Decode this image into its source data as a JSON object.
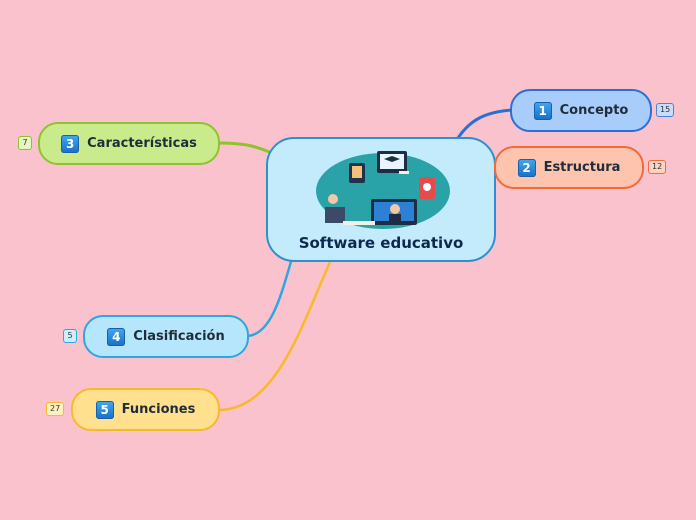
{
  "central": {
    "title": "Software educativo",
    "image_icon": "education-technology-illustration"
  },
  "nodes": [
    {
      "id": "concepto",
      "number": "1",
      "label": "Concepto",
      "count": "15",
      "fill": "#a9cdfb",
      "border": "#2b6fd6",
      "line": "#2b6fd6",
      "badge_fill": "#c7dcff",
      "badge_border": "#4a84d8"
    },
    {
      "id": "estructura",
      "number": "2",
      "label": "Estructura",
      "count": "12",
      "fill": "#ffc4ad",
      "border": "#f06a3a",
      "line": "#f06a3a",
      "badge_fill": "#ffd3c0",
      "badge_border": "#f06a3a"
    },
    {
      "id": "caracteristicas",
      "number": "3",
      "label": "Características",
      "count": "7",
      "fill": "#c9eb8c",
      "border": "#8ec32d",
      "line": "#8ec32d",
      "badge_fill": "#e4f6c2",
      "badge_border": "#8ec32d"
    },
    {
      "id": "clasificacion",
      "number": "4",
      "label": "Clasificación",
      "count": "5",
      "fill": "#b5e6fb",
      "border": "#2fa6e0",
      "line": "#2fa6e0",
      "badge_fill": "#cdeefc",
      "badge_border": "#2fa6e0"
    },
    {
      "id": "funciones",
      "number": "5",
      "label": "Funciones",
      "count": "27",
      "fill": "#ffe08f",
      "border": "#f8b92a",
      "line": "#f8b92a",
      "badge_fill": "#fff0c2",
      "badge_border": "#f8b92a"
    }
  ]
}
